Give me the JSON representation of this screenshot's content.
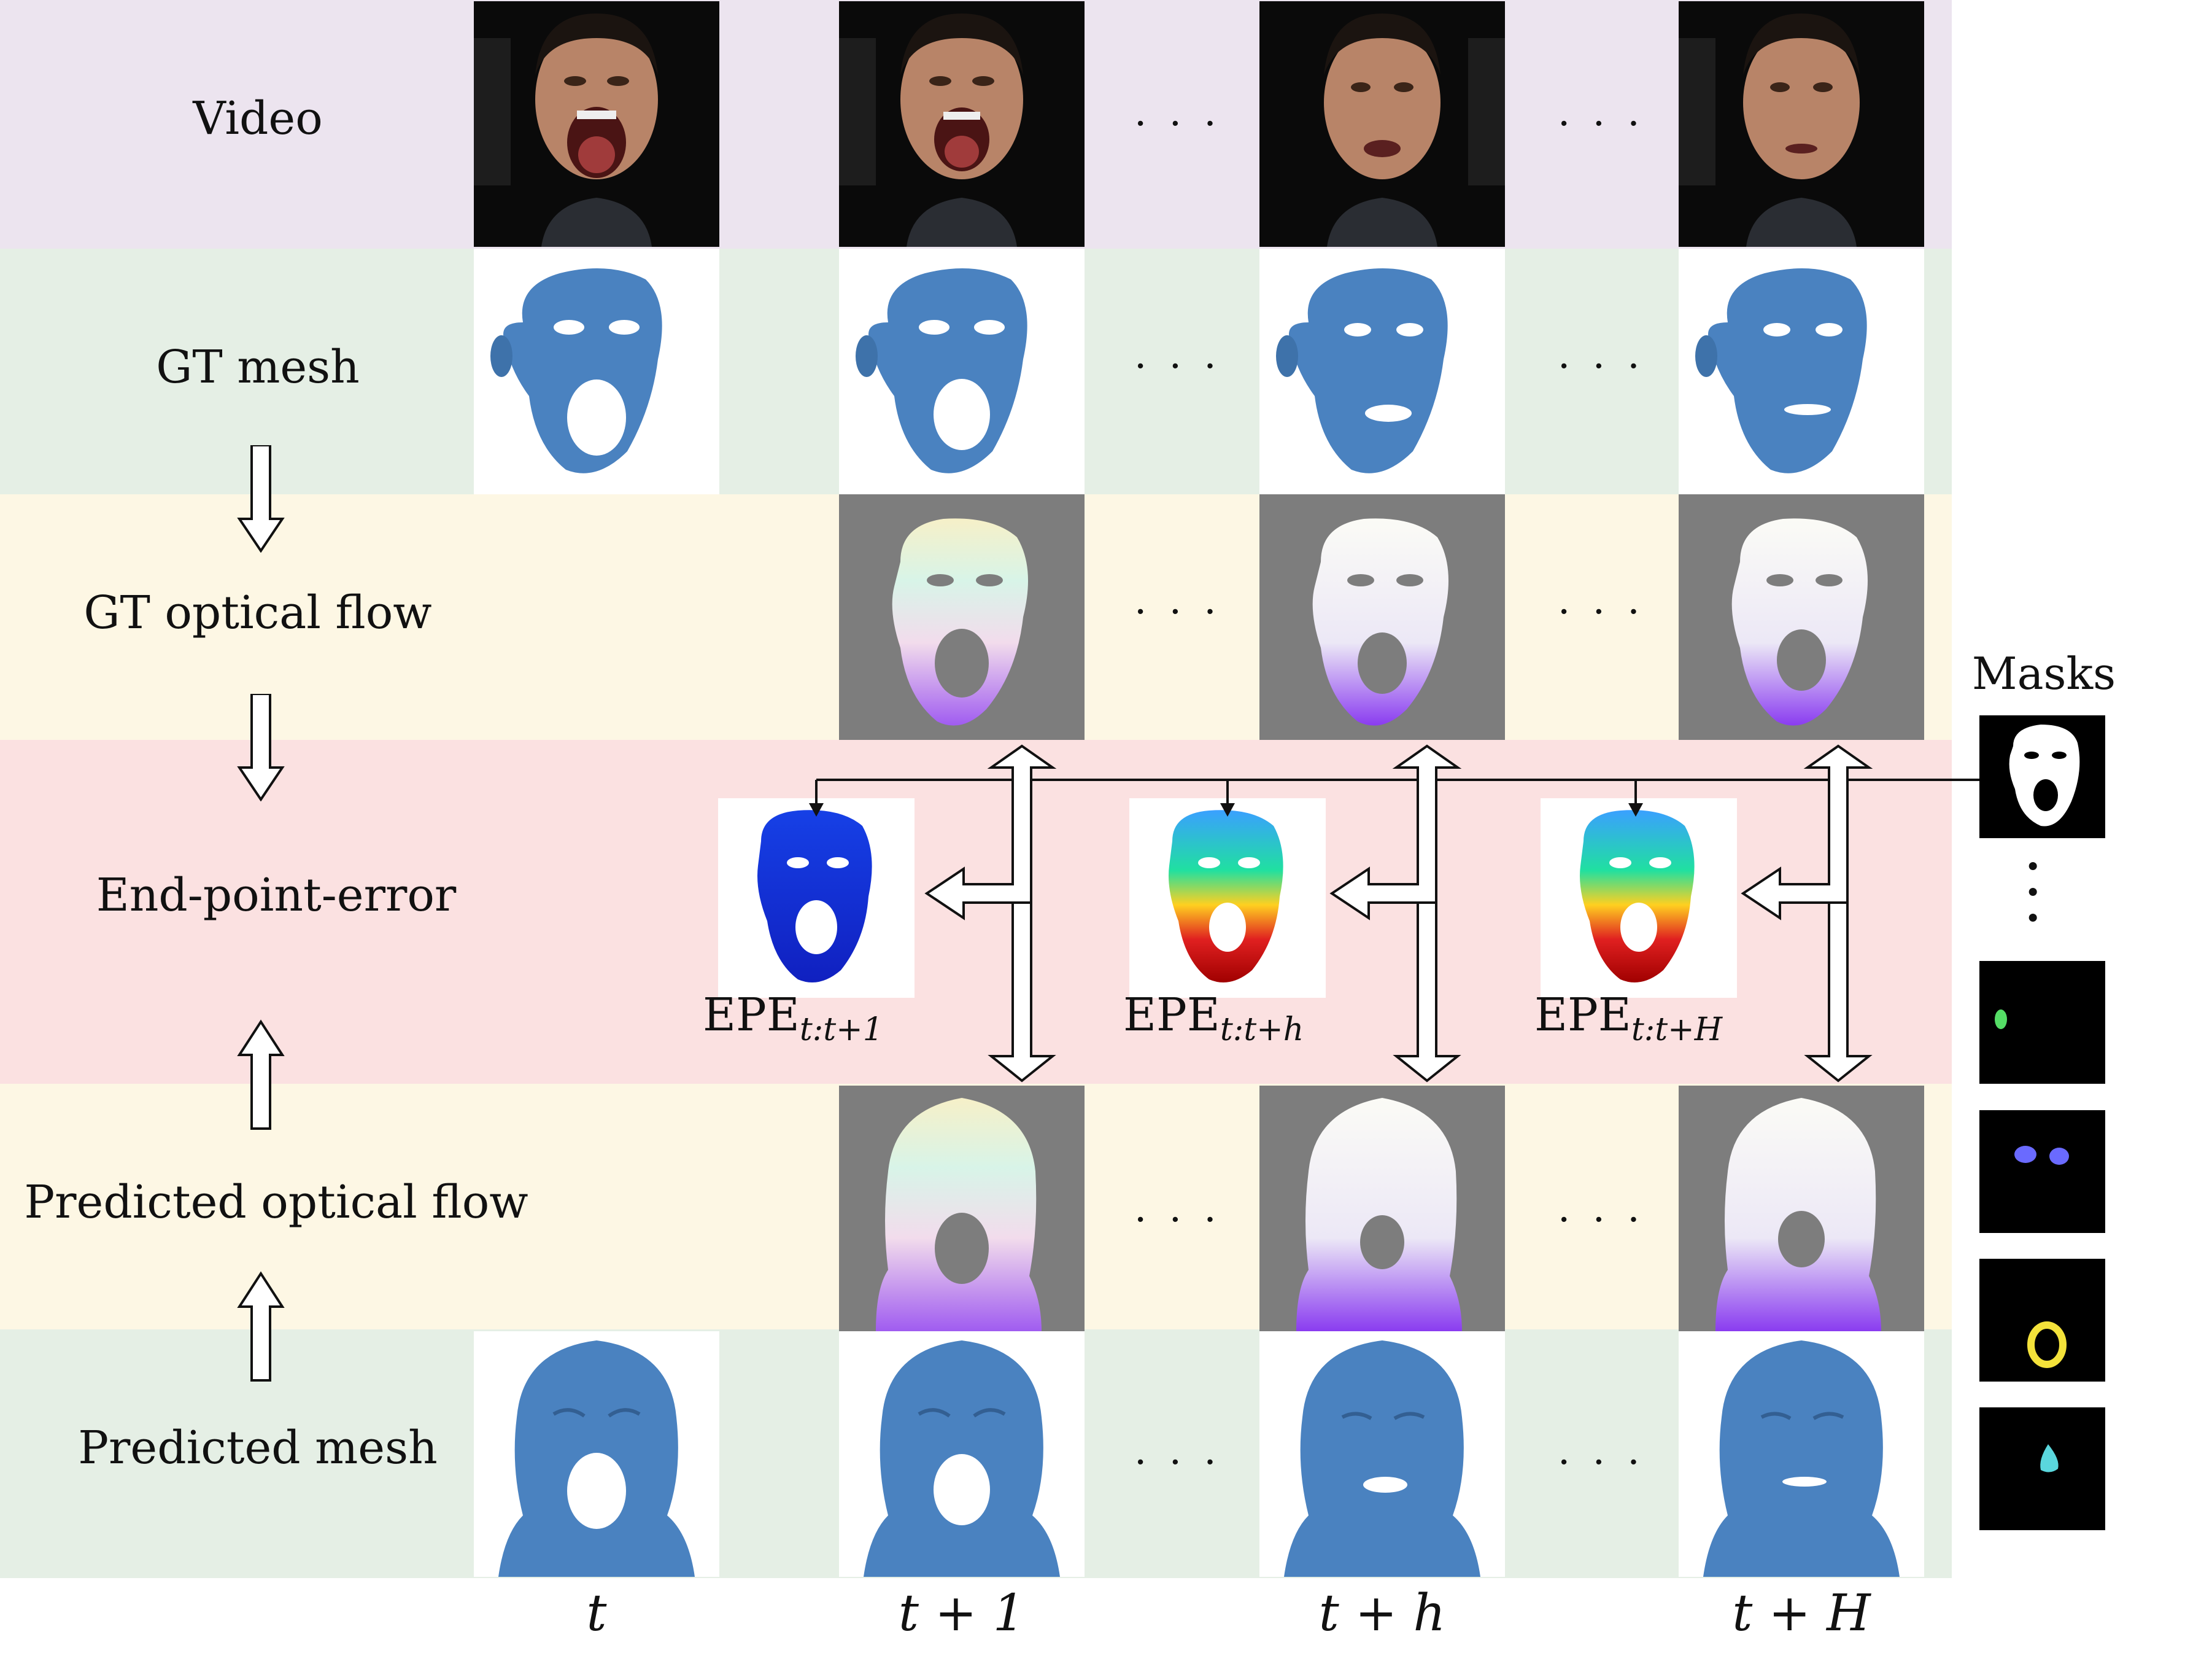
{
  "rows": {
    "video": "Video",
    "gt_mesh": "GT mesh",
    "gt_flow": "GT optical flow",
    "epe": "End-point-error",
    "pred_flow": "Predicted optical flow",
    "pred_mesh": "Predicted mesh"
  },
  "ellipsis": "· · ·",
  "masks_title": "Masks",
  "epe_labels": [
    {
      "main": "EPE",
      "sub": "t:t+1"
    },
    {
      "main": "EPE",
      "sub": "t:t+h"
    },
    {
      "main": "EPE",
      "sub": "t:t+H"
    }
  ],
  "time_labels": [
    "t",
    "t + 1",
    "t + h",
    "t + H"
  ],
  "colors": {
    "video_band": "#ece4ef",
    "mesh_band": "#e5efe5",
    "flow_band": "#fdf7e4",
    "epe_band": "#fbe1e1",
    "mesh_blue": "#4a82c0",
    "flow_bg": "#7d7d7d"
  },
  "mask_colors": [
    "#ffffff",
    "#55dd66",
    "#6a6aff",
    "#f4e23a",
    "#5ad7dd"
  ]
}
